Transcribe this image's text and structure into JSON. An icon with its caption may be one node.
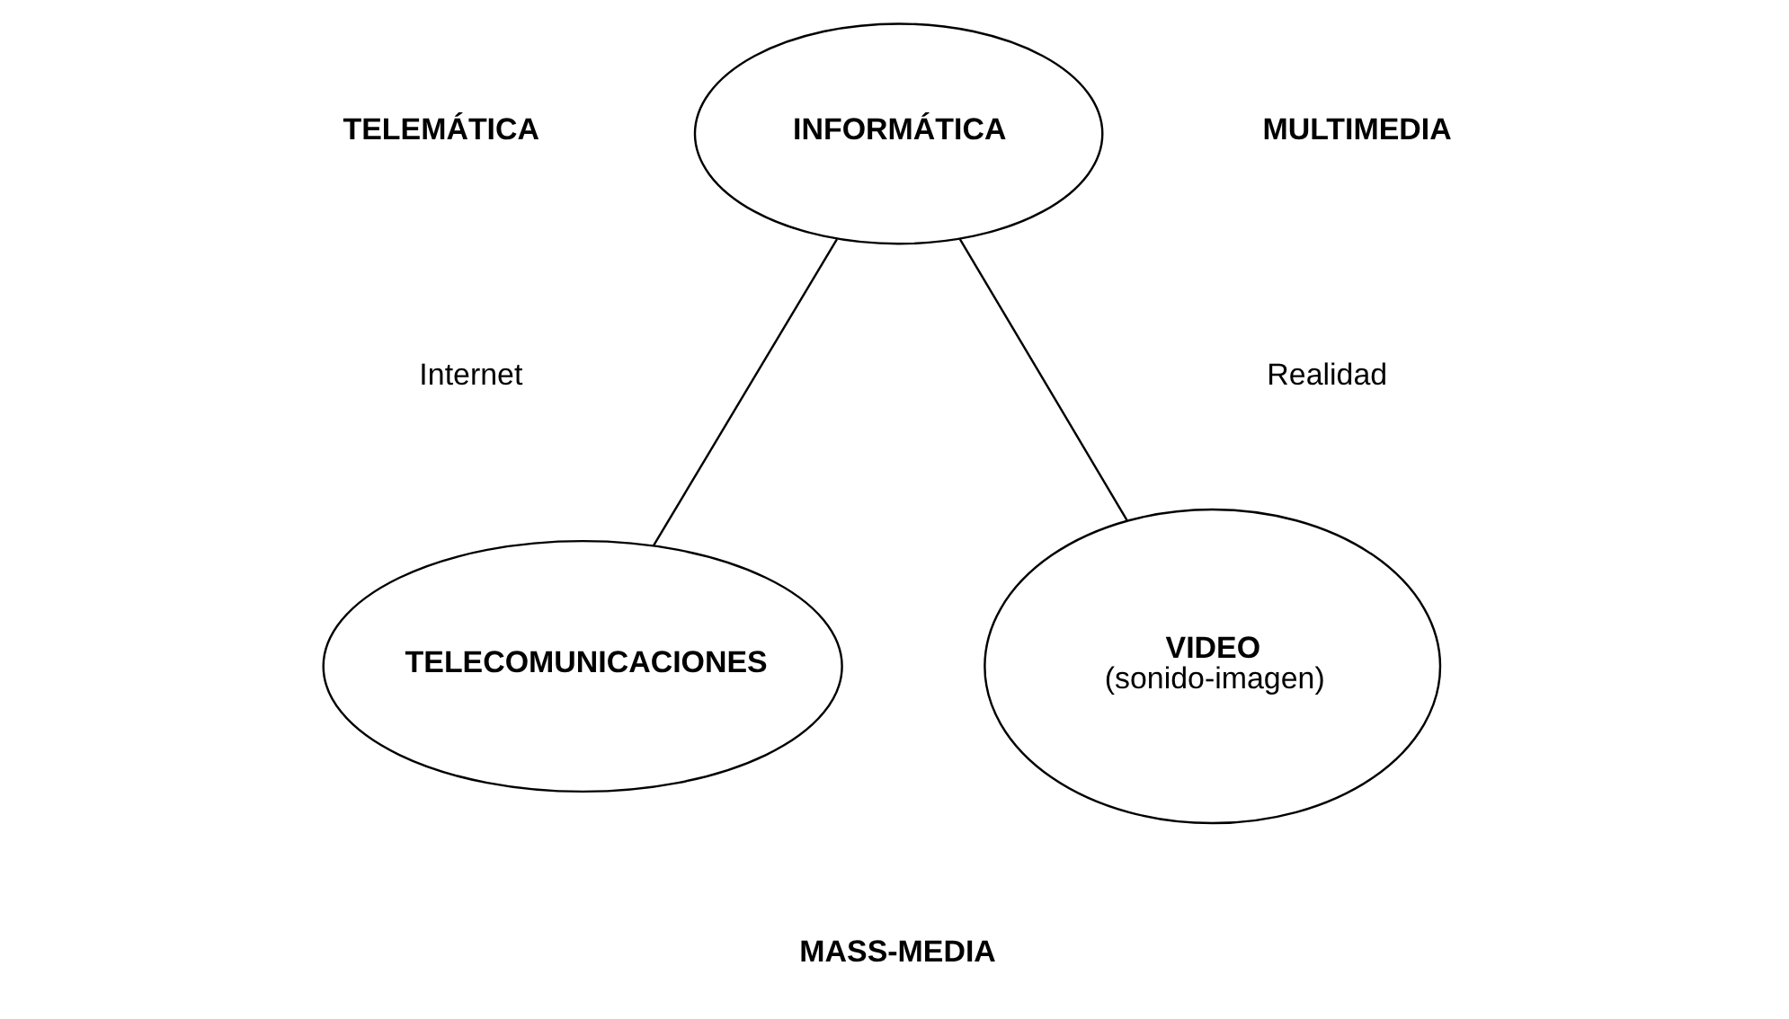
{
  "diagram": {
    "nodes": [
      {
        "text": [
          "INFORMÁTICA"
        ]
      },
      {
        "text": [
          "TELECOMUNICACIONES"
        ]
      },
      {
        "text": [
          "VIDEO",
          "(sonido-imagen)"
        ]
      }
    ],
    "edges": [
      {
        "from": 0,
        "to": 1,
        "arrow": "none"
      },
      {
        "from": 0,
        "to": 2,
        "arrow": "none"
      }
    ],
    "labels": [
      "TELEMÁTICA",
      "Internet",
      "MULTIMEDIA",
      "Realidad",
      "MASS-MEDIA"
    ]
  }
}
